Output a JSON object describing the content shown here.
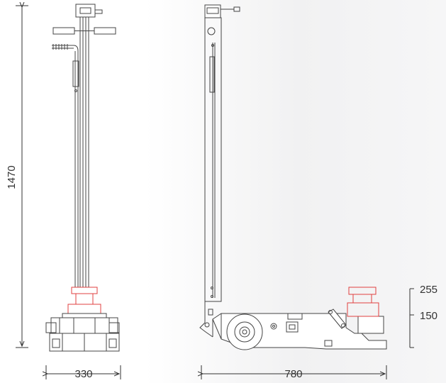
{
  "dimensions": {
    "overall_height": "1470",
    "front_width": "330",
    "side_length": "780",
    "saddle_height": "150",
    "extension_height": "255"
  },
  "colors": {
    "line": "#444444",
    "saddle": "#e04040",
    "background_gradient": "#f1f1f2"
  }
}
